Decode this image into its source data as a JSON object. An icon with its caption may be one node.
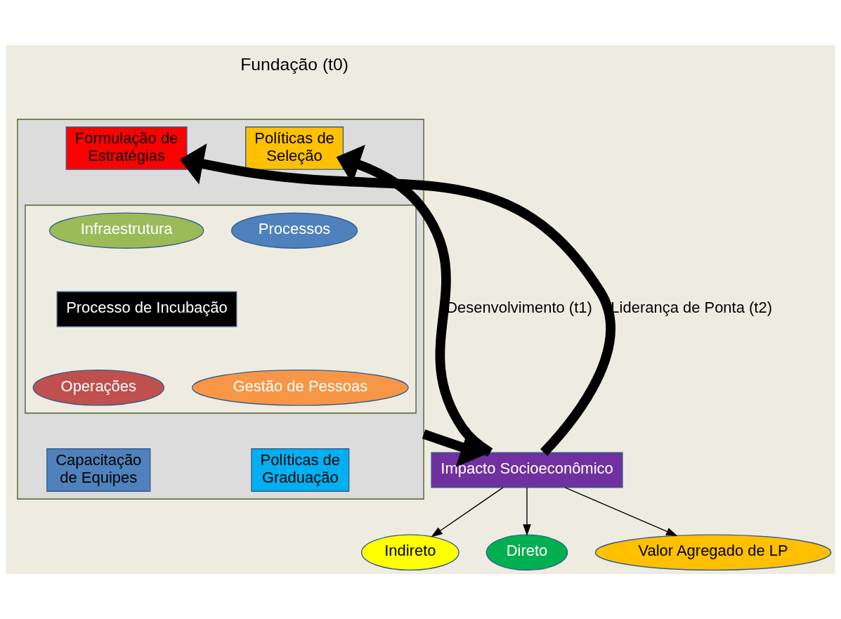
{
  "diagram": {
    "nodes": [
      {
        "text": [],
        "shape": "box"
      },
      {
        "text": [
          "Políticas de",
          "Seleção"
        ],
        "in": 0
      },
      {
        "text": [
          "Formulação de",
          "Estratégias"
        ],
        "in": 0
      },
      {
        "text": [
          "Capacitação",
          "de Equipes"
        ],
        "in": 0
      },
      {
        "text": [
          "Políticas de",
          "Graduação"
        ],
        "in": 0
      },
      {
        "text": [],
        "shape": "box",
        "in": 0
      },
      {
        "text": [
          "Processos"
        ],
        "in": 5
      },
      {
        "text": [
          "Infraestrutura"
        ],
        "in": 5
      },
      {
        "text": [
          "Processo de Incubação"
        ],
        "in": 5
      },
      {
        "text": [
          "Operações"
        ],
        "in": 5
      },
      {
        "text": [
          "Gestão de Pessoas"
        ],
        "in": 5
      },
      {
        "text": [
          "Impacto Socioeconômico"
        ]
      },
      {
        "text": [
          "Indireto"
        ]
      },
      {
        "text": [
          "Direto"
        ]
      },
      {
        "text": [
          "Valor Agregado de LP"
        ]
      }
    ],
    "edges": [
      {
        "from": 0,
        "to": 11,
        "arrow": "to",
        "style": "thick"
      },
      {
        "from": 11,
        "to": 1,
        "arrow": "to",
        "style": "thick",
        "label": "Desenvolvimento (t1)"
      },
      {
        "from": 11,
        "to": 2,
        "arrow": "to",
        "style": "thick",
        "label": "Liderança de Ponta (t2)"
      },
      {
        "from": 11,
        "to": 12,
        "arrow": "to"
      },
      {
        "from": 11,
        "to": 13,
        "arrow": "to"
      },
      {
        "from": 11,
        "to": 14,
        "arrow": "to"
      }
    ],
    "labels": [
      "Fundação (t0)"
    ]
  }
}
